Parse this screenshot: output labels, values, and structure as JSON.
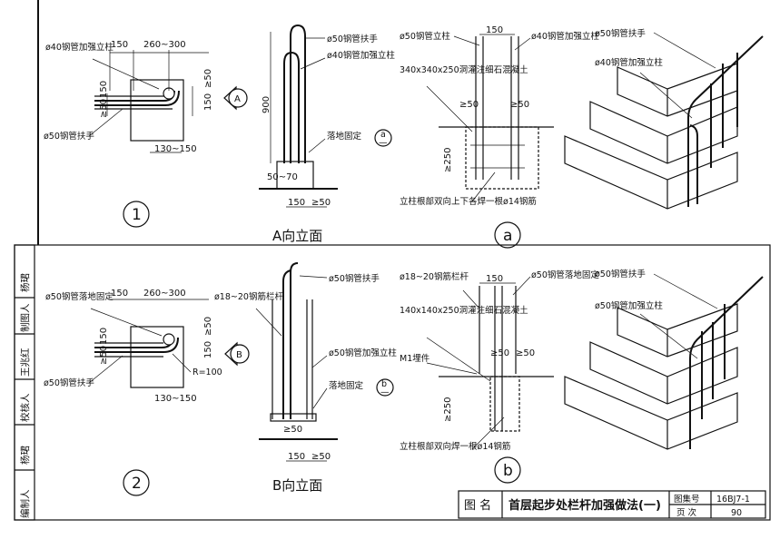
{
  "sidebar": {
    "items": [
      "编制人",
      "杨珺",
      "校核人",
      "王兆红",
      "制图人",
      "杨珺"
    ]
  },
  "title_block": {
    "name_label": "图 名",
    "title": "首层起步处栏杆加强做法(一)",
    "atlas_label": "图集号",
    "atlas_value": "16BJ7-1",
    "page_label": "页 次",
    "page_value": "90"
  },
  "detail1": {
    "number": "1",
    "posts_label": "ø40钢管加强立柱",
    "handrail_label": "ø50钢管扶手",
    "dims": [
      "150",
      "260~300",
      "≥50",
      "150",
      "≥50",
      "150",
      "130~150"
    ],
    "callout": "A"
  },
  "elevation_a": {
    "title": "A向立面",
    "handrail_label": "ø50钢管扶手",
    "post_label": "ø40钢管加强立柱",
    "fix_label": "落地固定",
    "fix_ref_top": "a",
    "fix_ref_bottom": "—",
    "dims": [
      "900",
      "50~70",
      "150",
      "≥50"
    ]
  },
  "detail_a": {
    "ref": "a",
    "left_post": "ø50钢管立柱",
    "right_post": "ø40钢管加强立柱",
    "block_label": "340x340x250洞灌注细石混凝土",
    "rebar_note": "立柱根部双向上下各焊一根ø14钢筋",
    "dims": [
      "150",
      "≥50",
      "≥50",
      "≥250"
    ]
  },
  "iso_a": {
    "handrail_label": "ø50钢管扶手",
    "post_label": "ø40钢管加强立柱"
  },
  "detail2": {
    "number": "2",
    "post_label": "ø50钢管落地固定",
    "handrail_label": "ø50钢管扶手",
    "radius": "R=100",
    "dims": [
      "150",
      "260~300",
      "≥50",
      "150",
      "≥50",
      "150",
      "130~150"
    ],
    "callout": "B"
  },
  "elevation_b": {
    "title": "B向立面",
    "handrail_label": "ø50钢管扶手",
    "baluster_label": "ø18~20钢筋栏杆",
    "post_label": "ø50钢管加强立柱",
    "fix_label": "落地固定",
    "fix_ref_top": "b",
    "fix_ref_bottom": "—",
    "dims": [
      "≥50",
      "150",
      "≥50"
    ]
  },
  "detail_b": {
    "ref": "b",
    "baluster_label": "ø18~20钢筋栏杆",
    "post_label": "ø50钢管落地固定",
    "block_label": "140x140x250洞灌注细石混凝土",
    "embed_label": "M1埋件",
    "rebar_note": "立柱根部双向焊一根ø14钢筋",
    "dims": [
      "150",
      "≥50",
      "≥50",
      "≥250"
    ]
  },
  "iso_b": {
    "handrail_label": "ø50钢管扶手",
    "post_label": "ø50钢管加强立柱"
  }
}
